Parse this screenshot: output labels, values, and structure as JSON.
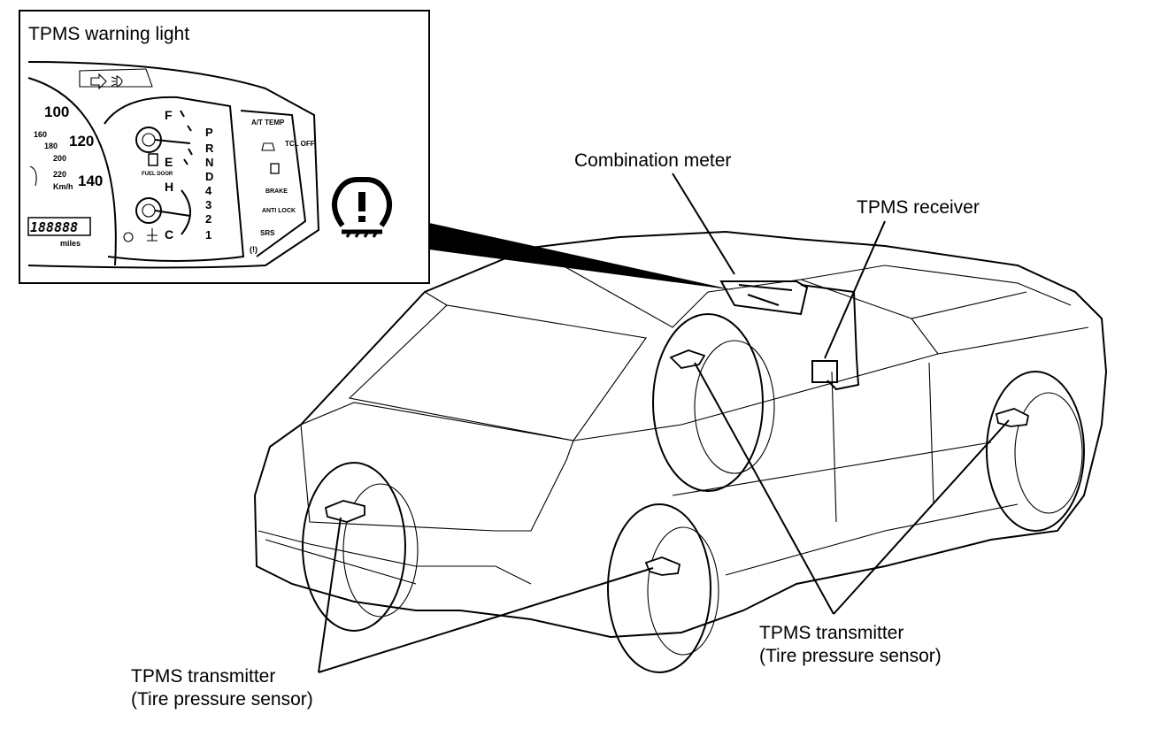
{
  "inset": {
    "title": "TPMS warning light",
    "speedometer": {
      "ticks_major": [
        "100",
        "120",
        "140"
      ],
      "ticks_minor": [
        "160",
        "180",
        "200",
        "220"
      ],
      "unit": "Km/h",
      "odometer": "188888",
      "odometer_unit": "miles"
    },
    "fuel_gauge": {
      "full": "F",
      "empty": "E",
      "door_label": "FUEL DOOR"
    },
    "temp_gauge": {
      "hot": "H",
      "cold": "C"
    },
    "gear_indicator": [
      "P",
      "R",
      "N",
      "D",
      "4",
      "3",
      "2",
      "1"
    ],
    "indicators": {
      "at_temp": "A/T TEMP",
      "tcl_off": "TCL OFF",
      "brake": "BRAKE",
      "anti_lock": "ANTI LOCK",
      "srs": "SRS"
    },
    "warning_symbol": "(!)"
  },
  "labels": {
    "combination_meter": "Combination meter",
    "tpms_receiver": "TPMS receiver",
    "transmitter_right_line1": "TPMS transmitter",
    "transmitter_right_line2": "(Tire pressure sensor)",
    "transmitter_left_line1": "TPMS transmitter",
    "transmitter_left_line2": "(Tire pressure sensor)"
  }
}
